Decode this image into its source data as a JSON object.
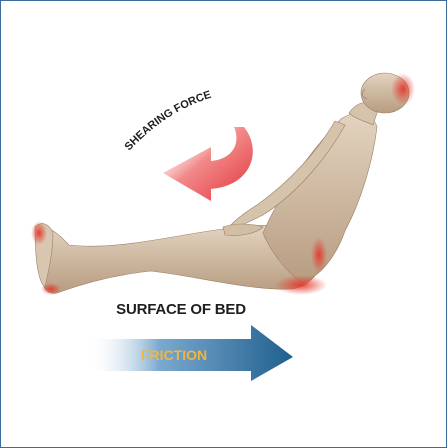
{
  "labels": {
    "shearing_force": "SHEARING FORCE",
    "surface_of_bed": "SURFACE OF BED",
    "friction": "FRICTION"
  },
  "colors": {
    "border": "#3a6d9e",
    "shear_arrow": "#e2333a",
    "friction_arrow": "#1f5f8e",
    "friction_text": "#f3b63a",
    "skin": "#cdb79c",
    "pressure_highlight": "#e23a2e"
  }
}
